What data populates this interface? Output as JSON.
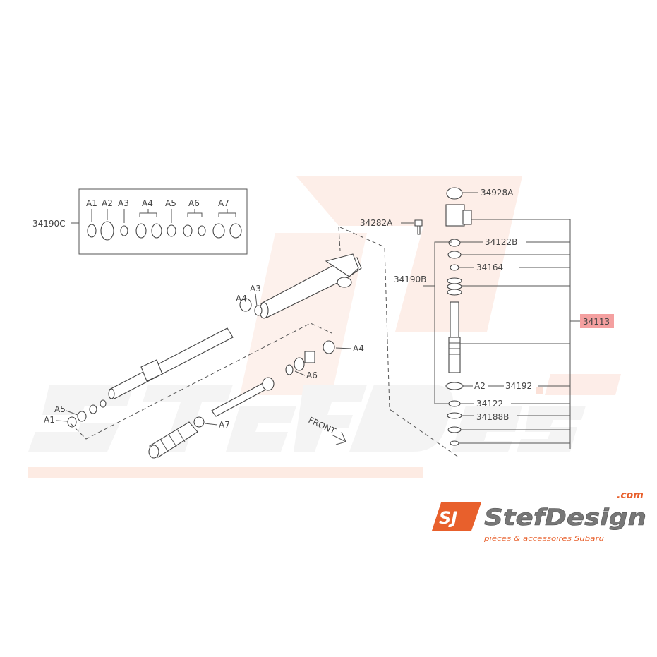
{
  "watermark": {
    "brand": "StefDesign",
    "tagline": "pièces & accessoires Subaru",
    "dotcom": ".com",
    "monogram": "SJ"
  },
  "logo": {
    "monogram": "SJ",
    "brand": "StefDesign",
    "dotcom": ".com",
    "tagline": "pièces & accessoires Subaru"
  },
  "kit": {
    "part_number": "34190C",
    "items": [
      "A1",
      "A2",
      "A3",
      "A4",
      "A5",
      "A6",
      "A7"
    ]
  },
  "callouts": {
    "p34928A": "34928A",
    "p34282A": "34282A",
    "p34122B": "34122B",
    "p34164": "34164",
    "p34190B": "34190B",
    "p34113": "34113",
    "a2_right": "A2",
    "p34192": "34192",
    "p34122": "34122",
    "p34188B": "34188B",
    "a3_rack": "A3",
    "a4_rack": "A4",
    "a4_right": "A4",
    "a6_mid": "A6",
    "a5_left": "A5",
    "a1_left": "A1",
    "a7_boot": "A7",
    "front": "FRONT"
  },
  "colors": {
    "highlight": "#f4a0a0",
    "brand_orange": "#e8602c",
    "watermark": "#fbe3da"
  }
}
